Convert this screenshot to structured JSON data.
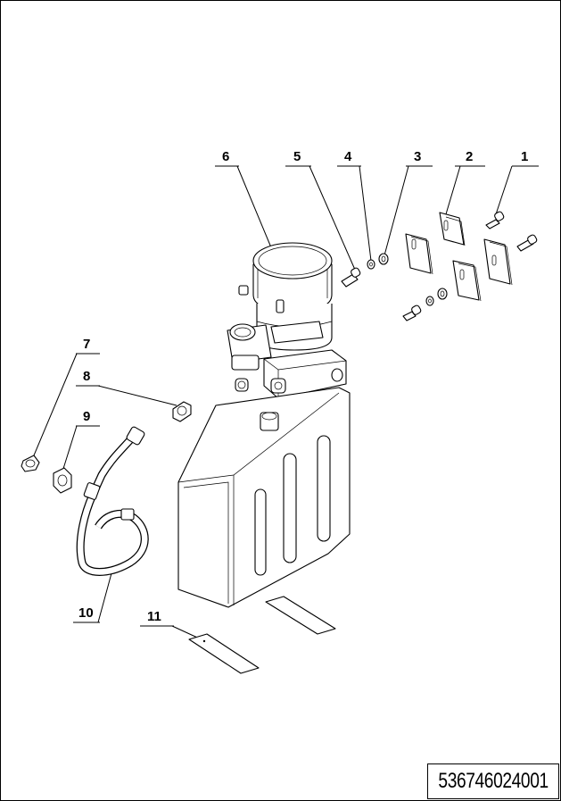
{
  "drawing": {
    "callouts": [
      "1",
      "2",
      "3",
      "4",
      "5",
      "6",
      "7",
      "8",
      "9",
      "10",
      "11"
    ],
    "drawing_number": "536746024001"
  }
}
